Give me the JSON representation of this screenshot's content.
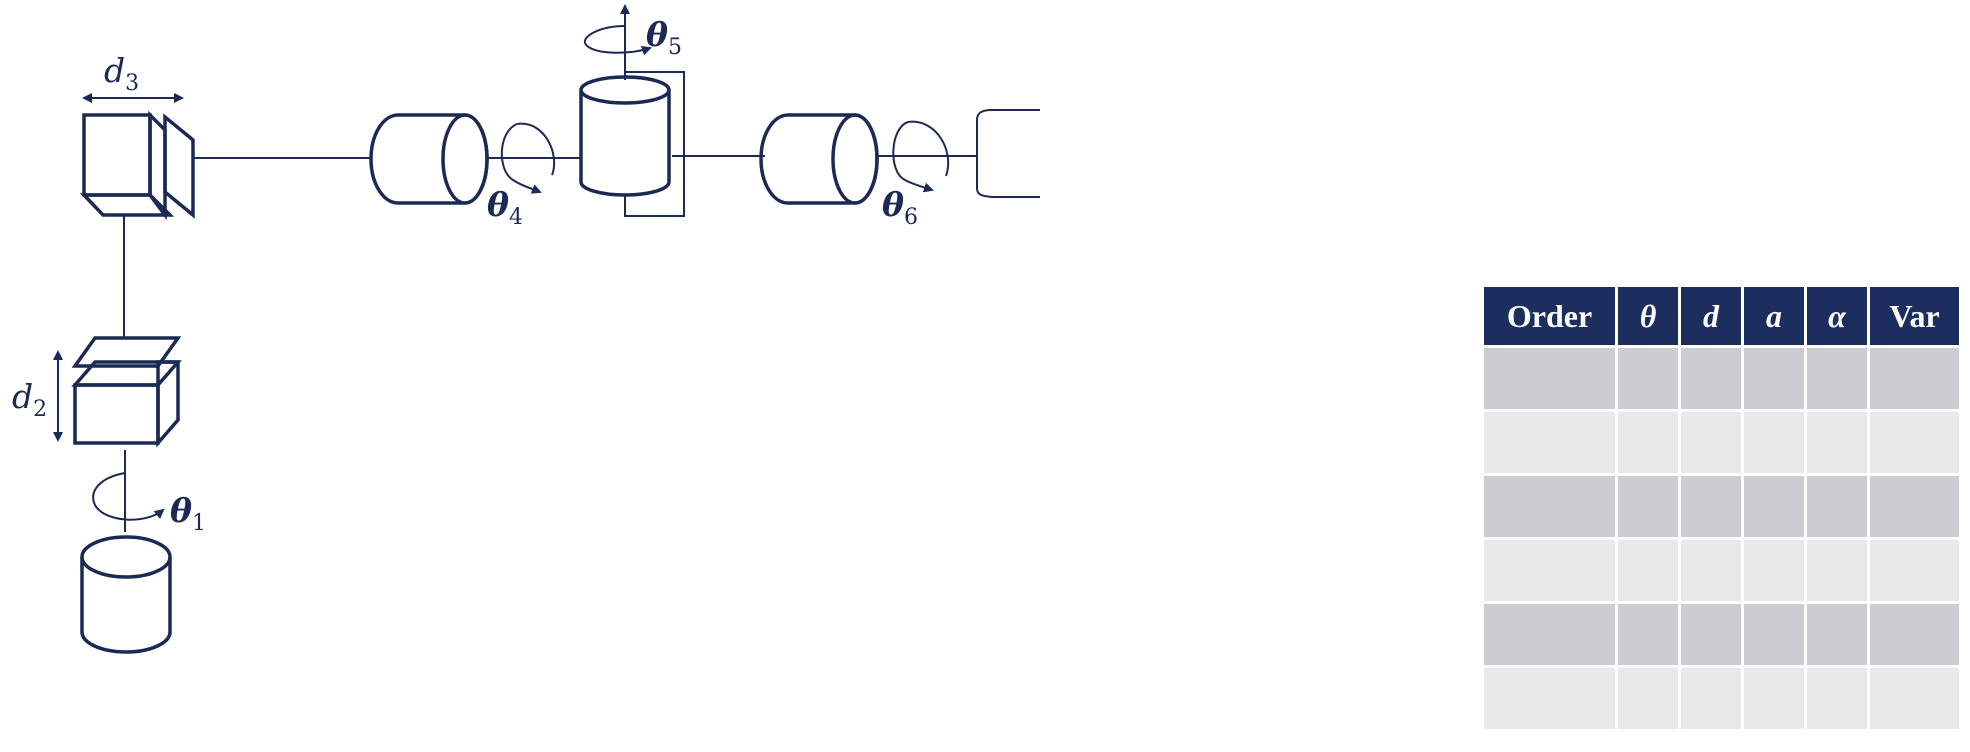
{
  "diagram": {
    "labels": {
      "d3": {
        "base": "d",
        "sub": "3"
      },
      "d2": {
        "base": "d",
        "sub": "2"
      },
      "theta1": {
        "base": "θ",
        "sub": "1"
      },
      "theta4": {
        "base": "θ",
        "sub": "4"
      },
      "theta5": {
        "base": "θ",
        "sub": "5"
      },
      "theta6": {
        "base": "θ",
        "sub": "6"
      }
    },
    "colors": {
      "ink": "#1a2a55",
      "box_shade": "#d0d1d4"
    }
  },
  "table": {
    "headers": [
      "Order",
      "θ",
      "d",
      "a",
      "α",
      "Var"
    ],
    "rows": [
      [
        "",
        "",
        "",
        "",
        "",
        ""
      ],
      [
        "",
        "",
        "",
        "",
        "",
        ""
      ],
      [
        "",
        "",
        "",
        "",
        "",
        ""
      ],
      [
        "",
        "",
        "",
        "",
        "",
        ""
      ],
      [
        "",
        "",
        "",
        "",
        "",
        ""
      ],
      [
        "",
        "",
        "",
        "",
        "",
        ""
      ]
    ],
    "colors": {
      "header_bg": "#1b2e5e",
      "row_odd": "#cbcdd2",
      "row_even": "#e7e8ea"
    }
  }
}
